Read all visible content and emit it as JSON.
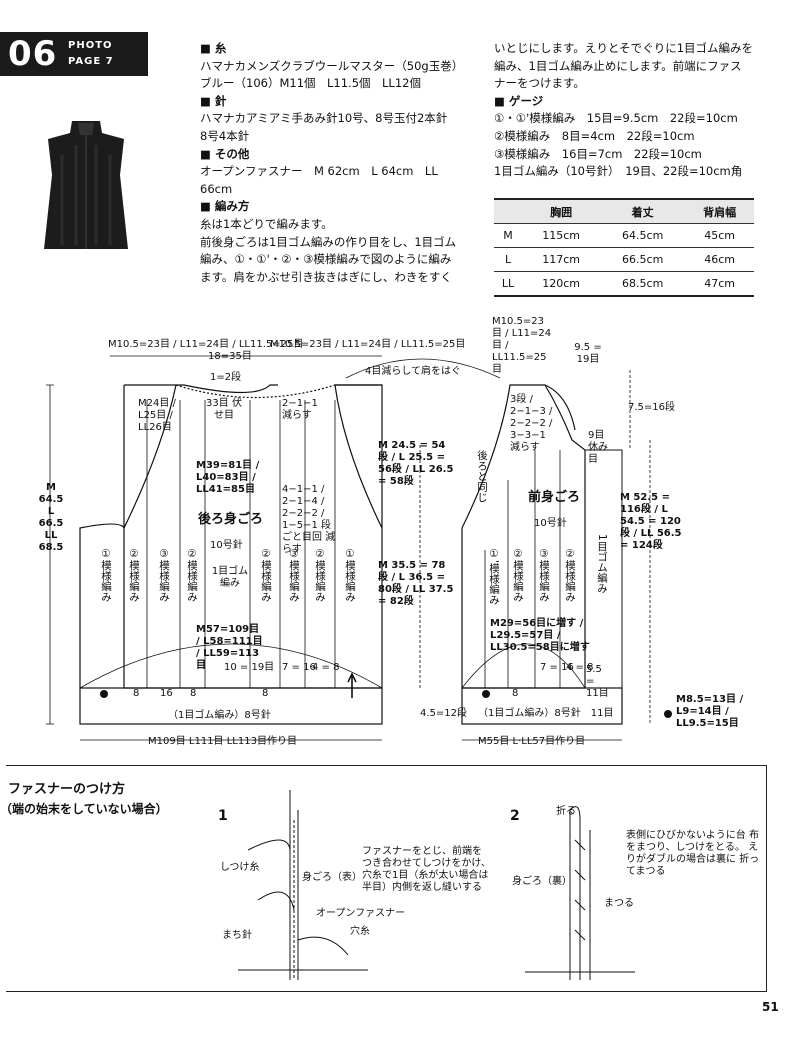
{
  "badge": {
    "number": "06",
    "photo": "PHOTO",
    "page": "PAGE 7"
  },
  "left_column": [
    {
      "text": "■ 糸",
      "head": true
    },
    {
      "text": "ハマナカメンズクラブウールマスター（50g玉巻）",
      "head": false
    },
    {
      "text": "ブルー（106）M11個　L11.5個　LL12個",
      "head": false
    },
    {
      "text": "■ 針",
      "head": true
    },
    {
      "text": "ハマナカアミアミ手あみ針10号、8号玉付2本針",
      "head": false
    },
    {
      "text": "8号4本針",
      "head": false
    },
    {
      "text": "■ その他",
      "head": true
    },
    {
      "text": "オープンファスナー　M 62cm　L 64cm　LL",
      "head": false
    },
    {
      "text": "66cm",
      "head": false
    },
    {
      "text": "■ 編み方",
      "head": true
    },
    {
      "text": "糸は1本どりで編みます。",
      "head": false
    },
    {
      "text": "前後身ごろは1目ゴム編みの作り目をし、1目ゴム",
      "head": false
    },
    {
      "text": "編み、①・①'・②・③模様編みで図のように編み",
      "head": false
    },
    {
      "text": "ます。肩をかぶせ引き抜きはぎにし、わきをすく",
      "head": false
    }
  ],
  "right_column": [
    {
      "text": "いとじにします。えりとそでぐりに1目ゴム編みを",
      "head": false
    },
    {
      "text": "編み、1目ゴム編み止めにします。前端にファス",
      "head": false
    },
    {
      "text": "ナーをつけます。",
      "head": false
    },
    {
      "text": "■ ゲージ",
      "head": true
    },
    {
      "text": "①・①'模様編み　15目=9.5cm　22段=10cm",
      "head": false
    },
    {
      "text": "②模様編み　8目=4cm　22段=10cm",
      "head": false
    },
    {
      "text": "③模様編み　16目=7cm　22段=10cm",
      "head": false
    },
    {
      "text": "1目ゴム編み（10号針）　19目、22段=10cm角",
      "head": false
    }
  ],
  "size_table": {
    "headers": [
      "",
      "胸囲",
      "着丈",
      "背肩幅"
    ],
    "rows": [
      [
        "M",
        "115cm",
        "64.5cm",
        "45cm"
      ],
      [
        "L",
        "117cm",
        "66.5cm",
        "46cm"
      ],
      [
        "LL",
        "120cm",
        "68.5cm",
        "47cm"
      ]
    ]
  },
  "back": {
    "title": "後ろ身ごろ",
    "needle": "10号針",
    "center_pattern": "1目ゴム編み",
    "top_left_count": "M10.5=23目 / L11=24目 / LL11.5=25目",
    "top_center": "18=35目",
    "top_right_count": "M10.5=23目 / L11=24目 / LL11.5=25目",
    "shoulder_rows": "1=2段",
    "neck_left": "M24目 / L25目 / LL26目",
    "neck_center": "33目 伏せ目",
    "neck_dec": "2−1−1 減らす",
    "mid_count": "M39=81目 / L40=83目 / LL41=85目",
    "armhole_dec": "4−1−1 / 2−1−4 / 2−2−2 / 1−5−1 段ごと目回 減らす",
    "bottom_count": "M57=109目 / L58=111目 / LL59=113目",
    "side_length": "M 64.5 L 66.5 LL 68.5",
    "rib": "（1目ゴム編み）8号針",
    "cast_on": "M109目 L111目 LL113目作り目",
    "shoulder_join": "4目減らして肩をはぐ"
  },
  "back_stitches": [
    "10 = 19目",
    "8",
    "16",
    "8",
    "7 = 16",
    "8",
    "4 = 8"
  ],
  "front": {
    "title": "前身ごろ",
    "needle": "10号針",
    "top_count": "M10.5=23目 / L11=24目 / LL11.5=25目",
    "neck_width": "9.5 = 19目",
    "neck_depth": "7.5=16段",
    "neck_dec": "3段 / 2−1−3 / 2−2−2 / 3−3−1 減らす",
    "collar_rest": "9目 休み目",
    "armhole_rows": "M 24.5 = 54段 / L 25.5 = 56段 / LL 26.5 = 58段",
    "side_rows": "M 35.5 = 78段 / L 36.5 = 80段 / LL 37.5 = 82段",
    "front_rows": "M 52.5 = 116段 / L 54.5 = 120段 / LL 56.5 = 124段",
    "same_as_back": "後ろと同じ",
    "increase": "M29=56目に増す / L29.5=57目 / LL30.5=58目に増す",
    "rib": "（1目ゴム編み）8号針　11目",
    "rib_rows": "4.5=12段",
    "edge_count": "M8.5=13目 / L9=14目 / LL9.5=15目",
    "cast_on": "M55目 L·LL57目作り目",
    "edge_stitch": "5.5 = 11目"
  },
  "front_stitches": [
    "8",
    "7 = 16",
    "4 = 8"
  ],
  "pattern_labels": {
    "p1": "①模様編み",
    "p2": "②模様編み",
    "p3": "③模様編み",
    "p1dash": "①'模様編み",
    "rib_v": "1目ゴム編み"
  },
  "zipper": {
    "title": "ファスナーのつけ方",
    "subtitle": "（端の始末をしていない場合）",
    "step1": "1",
    "step1_text": "ファスナーをとじ、前端を つき合わせてしつけをかけ、 穴糸で1目（糸が太い場合は 半目）内側を返し縫いする",
    "step1_labels": [
      "しつけ糸",
      "身ごろ（表）",
      "オープンファスナー",
      "まち針",
      "穴糸"
    ],
    "step2": "2",
    "step2_text": "表側にひびかないように台 布をまつり、しつけをとる。 えりがダブルの場合は裏に 折ってまつる",
    "step2_labels": [
      "折る",
      "身ごろ（裏）",
      "まつる"
    ]
  },
  "page_number": "51"
}
